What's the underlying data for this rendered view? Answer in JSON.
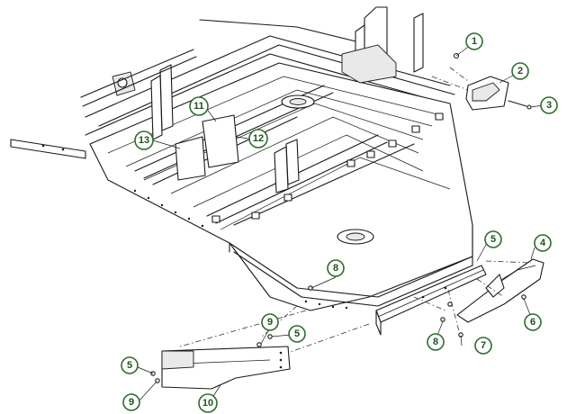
{
  "callouts": {
    "c1": "1",
    "c2": "2",
    "c3": "3",
    "c4": "4",
    "c5a": "5",
    "c5b": "5",
    "c5c": "5",
    "c6": "6",
    "c7": "7",
    "c8a": "8",
    "c8b": "8",
    "c9a": "9",
    "c9b": "9",
    "c10": "10",
    "c11": "11",
    "c12": "12",
    "c13": "13"
  },
  "colors": {
    "callout_stroke": "#2f6b2f",
    "callout_text": "#1f4f1f",
    "line": "#1a1a1a"
  }
}
